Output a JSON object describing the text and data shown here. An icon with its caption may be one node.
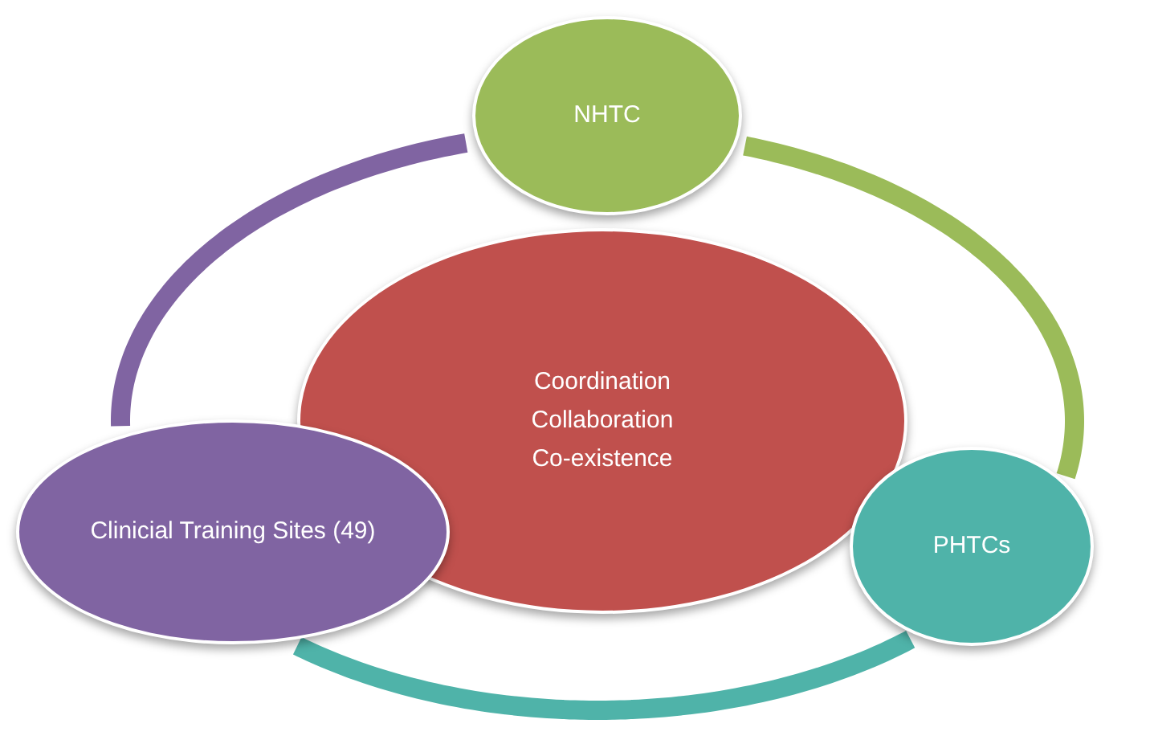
{
  "diagram": {
    "nodes": [
      {
        "text": [
          "NHTC"
        ]
      },
      {
        "text": [
          "Coordination",
          "Collaboration",
          "Co-existence"
        ]
      },
      {
        "text": [
          "Clinicial Training Sites (49)"
        ]
      },
      {
        "text": [
          "PHTCs"
        ]
      }
    ],
    "edges": [
      {
        "from": 0,
        "to": 3,
        "arrow": "none",
        "color": "#9bbb59"
      },
      {
        "from": 3,
        "to": 2,
        "arrow": "none",
        "color": "#4fb3a9"
      },
      {
        "from": 2,
        "to": 0,
        "arrow": "none",
        "color": "#8064a2"
      }
    ]
  }
}
